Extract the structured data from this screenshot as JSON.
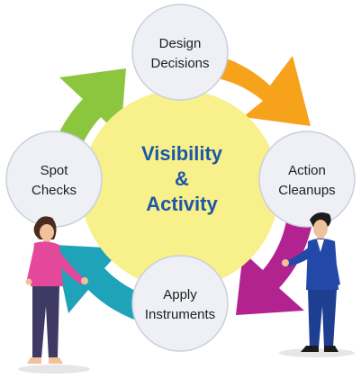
{
  "center": {
    "line1": "Visibility",
    "line2": "&",
    "line3": "Activity"
  },
  "nodes": {
    "top": {
      "line1": "Design",
      "line2": "Decisions"
    },
    "right": {
      "line1": "Action",
      "line2": "Cleanups"
    },
    "bottom": {
      "line1": "Apply",
      "line2": "Instruments"
    },
    "left": {
      "line1": "Spot",
      "line2": "Checks"
    }
  },
  "colors": {
    "center_fill": "#f8f08a",
    "center_text": "#1c57a8",
    "arrow_orange": "#f7a21b",
    "arrow_magenta": "#b2238f",
    "arrow_teal": "#1fa3b8",
    "arrow_green": "#8cc63f",
    "node_fill": "#eef0f6",
    "node_stroke": "#c9cfdc"
  },
  "figures": [
    "woman-presenter",
    "man-presenter"
  ]
}
